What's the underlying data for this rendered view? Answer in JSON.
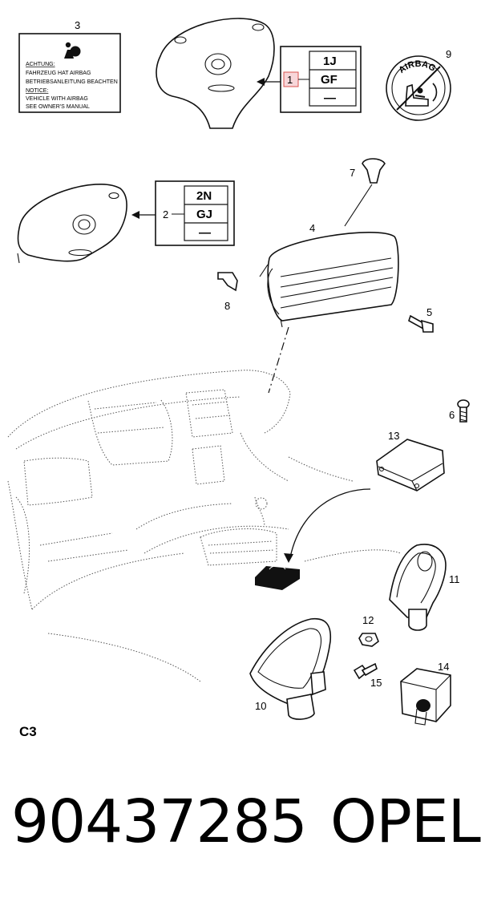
{
  "callouts": {
    "p1": "1",
    "p2": "2",
    "p3": "3",
    "p4": "4",
    "p5": "5",
    "p6": "6",
    "p7": "7",
    "p8": "8",
    "p9": "9",
    "p10": "10",
    "p11": "11",
    "p12": "12",
    "p13": "13",
    "p14": "14",
    "p15": "15"
  },
  "label_3": {
    "line1": "ACHTUNG:",
    "line2": "FAHRZEUG HAT AIRBAG",
    "line3": "BETRIEBSANLEITUNG BEACHTEN",
    "line4": "NOTICE:",
    "line5": "VEHICLE WITH AIRBAG",
    "line6": "SEE OWNER'S MANUAL"
  },
  "code_box_1": [
    "1J",
    "GF",
    "—"
  ],
  "code_box_2": [
    "2N",
    "GJ",
    "—"
  ],
  "badge_9": "AIRBAG",
  "section_code": "C3",
  "footer": {
    "part_number": "90437285",
    "brand": "OPEL"
  },
  "colors": {
    "highlight_fill": "#f7d6d9",
    "highlight_stroke": "#d9534f"
  }
}
